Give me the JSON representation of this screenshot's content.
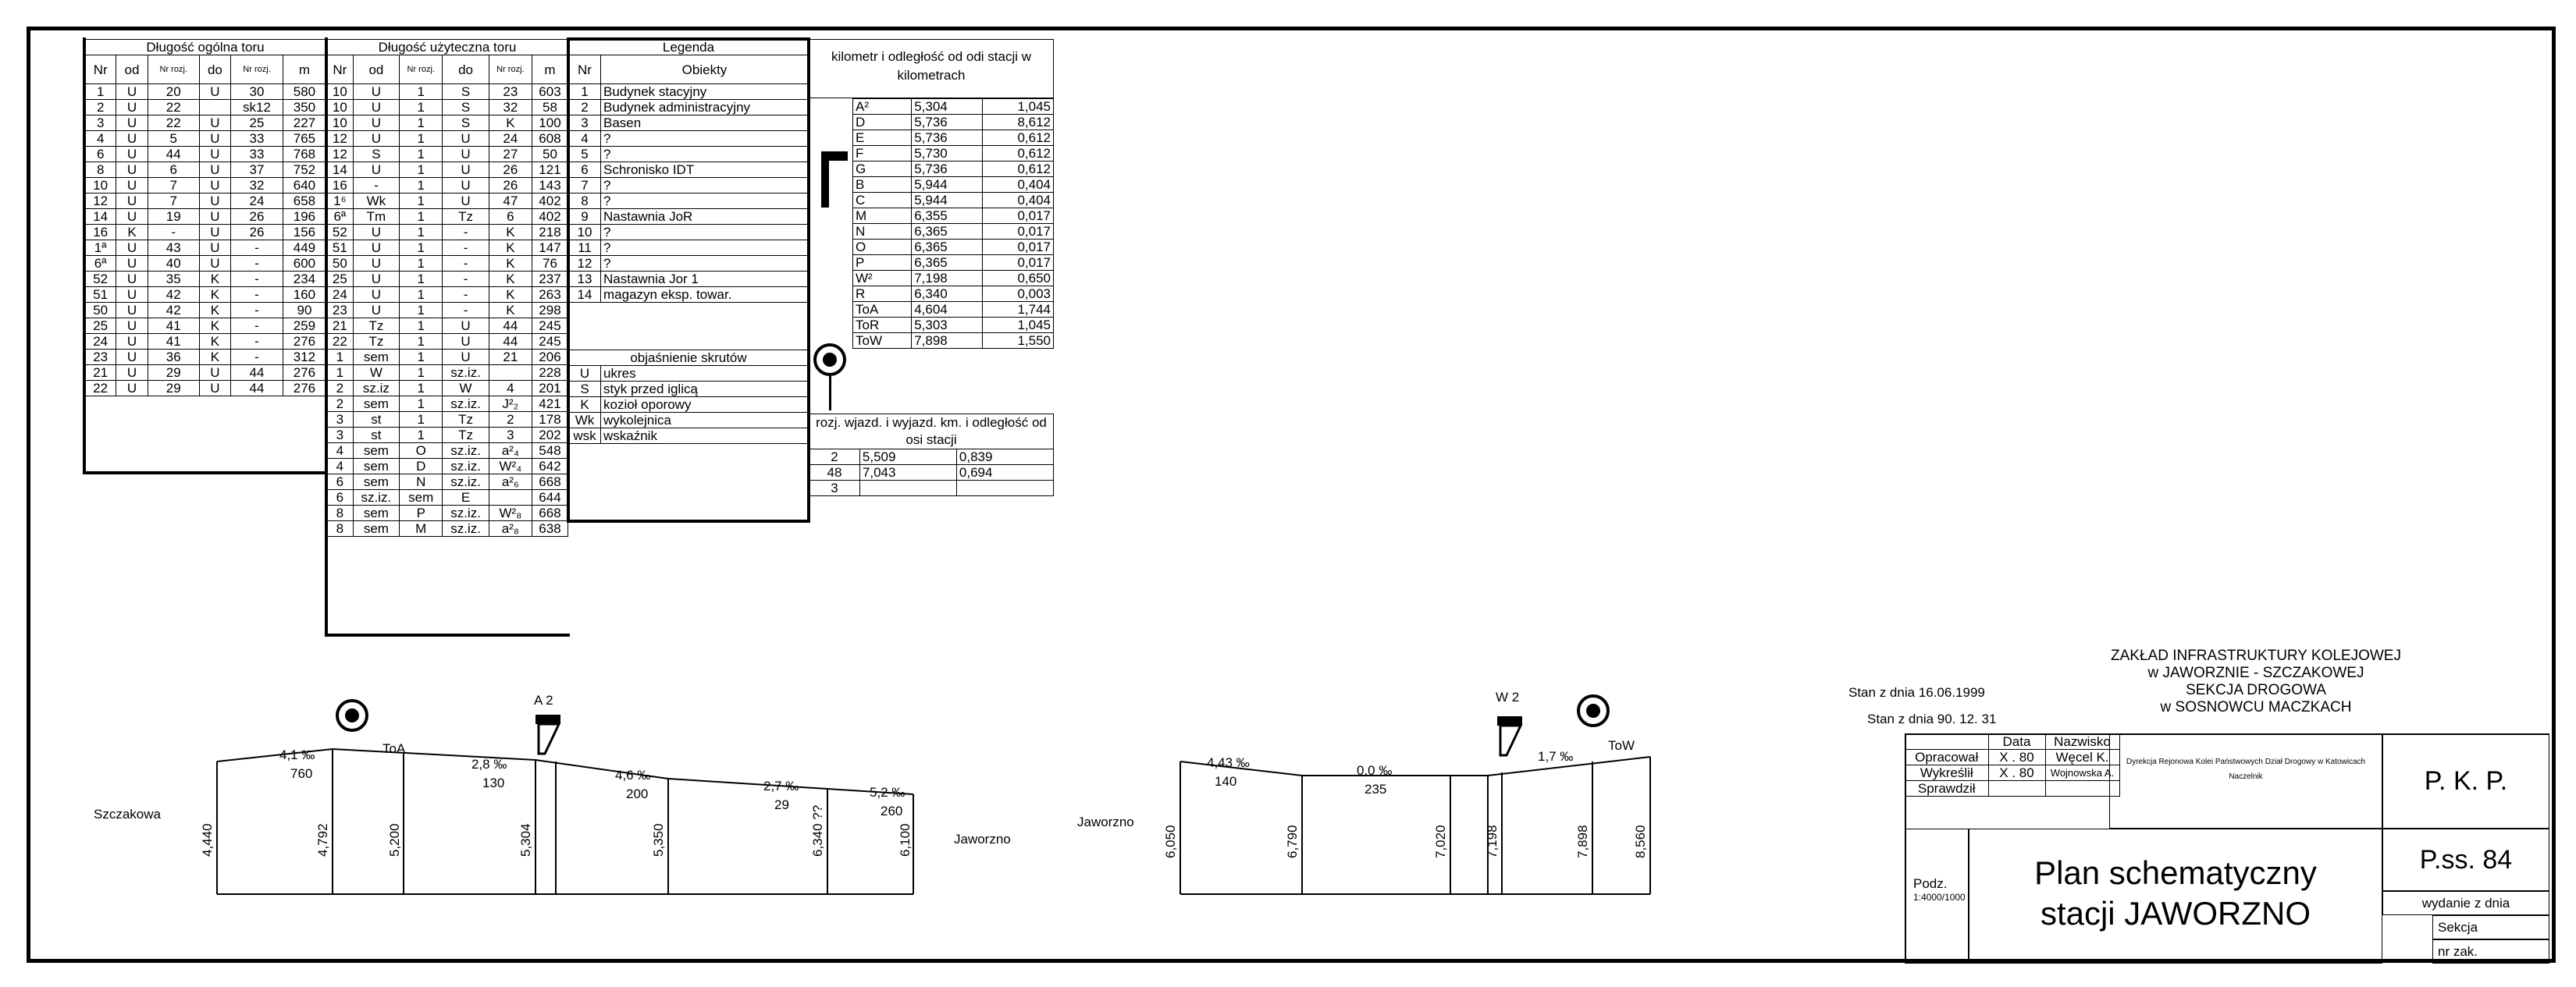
{
  "t1": {
    "title": "Długość ogólna toru",
    "cols": [
      "Nr",
      "od",
      "Nr rozj.",
      "do",
      "Nr rozj.",
      "m"
    ],
    "rows": [
      [
        "1",
        "U",
        "20",
        "U",
        "30",
        "580"
      ],
      [
        "2",
        "U",
        "22",
        "",
        "sk12",
        "350"
      ],
      [
        "3",
        "U",
        "22",
        "U",
        "25",
        "227"
      ],
      [
        "4",
        "U",
        "5",
        "U",
        "33",
        "765"
      ],
      [
        "6",
        "U",
        "44",
        "U",
        "33",
        "768"
      ],
      [
        "8",
        "U",
        "6",
        "U",
        "37",
        "752"
      ],
      [
        "10",
        "U",
        "7",
        "U",
        "32",
        "640"
      ],
      [
        "12",
        "U",
        "7",
        "U",
        "24",
        "658"
      ],
      [
        "14",
        "U",
        "19",
        "U",
        "26",
        "196"
      ],
      [
        "16",
        "K",
        "-",
        "U",
        "26",
        "156"
      ],
      [
        "1ª",
        "U",
        "43",
        "U",
        "-",
        "449"
      ],
      [
        "6ª",
        "U",
        "40",
        "U",
        "-",
        "600"
      ],
      [
        "52",
        "U",
        "35",
        "K",
        "-",
        "234"
      ],
      [
        "51",
        "U",
        "42",
        "K",
        "-",
        "160"
      ],
      [
        "50",
        "U",
        "42",
        "K",
        "-",
        "90"
      ],
      [
        "25",
        "U",
        "41",
        "K",
        "-",
        "259"
      ],
      [
        "24",
        "U",
        "41",
        "K",
        "-",
        "276"
      ],
      [
        "23",
        "U",
        "36",
        "K",
        "-",
        "312"
      ],
      [
        "21",
        "U",
        "29",
        "U",
        "44",
        "276"
      ],
      [
        "22",
        "U",
        "29",
        "U",
        "44",
        "276"
      ]
    ]
  },
  "t2": {
    "title": "Długość użyteczna toru",
    "cols": [
      "Nr",
      "od",
      "Nr rozj.",
      "do",
      "Nr rozj.",
      "m"
    ],
    "rows": [
      [
        "10",
        "U",
        "1",
        "S",
        "23",
        "603"
      ],
      [
        "10",
        "U",
        "1",
        "S",
        "32",
        "58"
      ],
      [
        "10",
        "U",
        "1",
        "S",
        "K",
        "100"
      ],
      [
        "12",
        "U",
        "1",
        "U",
        "24",
        "608"
      ],
      [
        "12",
        "S",
        "1",
        "U",
        "27",
        "50"
      ],
      [
        "14",
        "U",
        "1",
        "U",
        "26",
        "121"
      ],
      [
        "16",
        "-",
        "1",
        "U",
        "26",
        "143"
      ],
      [
        "1⁶",
        "Wk",
        "1",
        "U",
        "47",
        "402"
      ],
      [
        "6ª",
        "Tm",
        "1",
        "Tz",
        "6",
        "402"
      ],
      [
        "52",
        "U",
        "1",
        "-",
        "K",
        "218"
      ],
      [
        "51",
        "U",
        "1",
        "-",
        "K",
        "147"
      ],
      [
        "50",
        "U",
        "1",
        "-",
        "K",
        "76"
      ],
      [
        "25",
        "U",
        "1",
        "-",
        "K",
        "237"
      ],
      [
        "24",
        "U",
        "1",
        "-",
        "K",
        "263"
      ],
      [
        "23",
        "U",
        "1",
        "-",
        "K",
        "298"
      ],
      [
        "21",
        "Tz",
        "1",
        "U",
        "44",
        "245"
      ],
      [
        "22",
        "Tz",
        "1",
        "U",
        "44",
        "245"
      ],
      [
        "1",
        "sem",
        "1",
        "U",
        "21",
        "206"
      ],
      [
        "1",
        "W",
        "1",
        "sz.iz.",
        "",
        "228"
      ],
      [
        "2",
        "sz.iz",
        "1",
        "W",
        "4",
        "201"
      ],
      [
        "2",
        "sem",
        "1",
        "sz.iz.",
        "J²₂",
        "421"
      ],
      [
        "3",
        "st",
        "1",
        "Tz",
        "2",
        "178"
      ],
      [
        "3",
        "st",
        "1",
        "Tz",
        "3",
        "202"
      ],
      [
        "4",
        "sem",
        "O",
        "sz.iz.",
        "a²₄",
        "548"
      ],
      [
        "4",
        "sem",
        "D",
        "sz.iz.",
        "W²₄",
        "642"
      ],
      [
        "6",
        "sem",
        "N",
        "sz.iz.",
        "a²₆",
        "668"
      ],
      [
        "6",
        "sz.iz.",
        "sem",
        "E",
        "",
        "644"
      ],
      [
        "8",
        "sem",
        "P",
        "sz.iz.",
        "W²₈",
        "668"
      ],
      [
        "8",
        "sem",
        "M",
        "sz.iz.",
        "a²₈",
        "638"
      ]
    ]
  },
  "t3": {
    "title": "Legenda",
    "col_nr": "Nr",
    "col_obj": "Obiekty",
    "rows": [
      [
        "1",
        "Budynek stacyjny"
      ],
      [
        "2",
        "Budynek administracyjny"
      ],
      [
        "3",
        "Basen"
      ],
      [
        "4",
        "?"
      ],
      [
        "5",
        "?"
      ],
      [
        "6",
        "Schronisko IDT"
      ],
      [
        "7",
        "?"
      ],
      [
        "8",
        "?"
      ],
      [
        "9",
        "Nastawnia JoR"
      ],
      [
        "10",
        "?"
      ],
      [
        "11",
        "?"
      ],
      [
        "12",
        "?"
      ],
      [
        "13",
        "Nastawnia Jor 1"
      ],
      [
        "14",
        "magazyn eksp. towar."
      ]
    ],
    "abbr_title": "objaśnienie skrutów",
    "abbr": [
      [
        "U",
        "ukres"
      ],
      [
        "S",
        "styk przed iglicą"
      ],
      [
        "K",
        "kozioł oporowy"
      ],
      [
        "Wk",
        "wykolejnica"
      ],
      [
        "wsk",
        "wskaźnik"
      ]
    ]
  },
  "t4": {
    "title": "kilometr i odległość od odi stacji w kilometrach",
    "rows": [
      [
        "A²",
        "5,304",
        "1,045"
      ],
      [
        "D",
        "5,736",
        "8,612"
      ],
      [
        "E",
        "5,736",
        "0,612"
      ],
      [
        "F",
        "5,730",
        "0,612"
      ],
      [
        "G",
        "5,736",
        "0,612"
      ],
      [
        "B",
        "5,944",
        "0,404"
      ],
      [
        "C",
        "5,944",
        "0,404"
      ],
      [
        "M",
        "6,355",
        "0,017"
      ],
      [
        "N",
        "6,365",
        "0,017"
      ],
      [
        "O",
        "6,365",
        "0,017"
      ],
      [
        "P",
        "6,365",
        "0,017"
      ],
      [
        "W²",
        "7,198",
        "0,650"
      ],
      [
        "R",
        "6,340",
        "0,003"
      ],
      [
        "ToA",
        "4,604",
        "1,744"
      ],
      [
        "ToR",
        "5,303",
        "1,045"
      ],
      [
        "ToW",
        "7,898",
        "1,550"
      ]
    ],
    "sub_title": "rozj. wjazd. i wyjazd. km. i odległość od osi stacji",
    "sub_rows": [
      [
        "2",
        "5,509",
        "0,839"
      ],
      [
        "48",
        "7,043",
        "0,694"
      ],
      [
        "3",
        "",
        ""
      ]
    ]
  },
  "profile1": {
    "left": "Szczakowa",
    "right": "Jaworzno",
    "grades": [
      {
        "g": "4,1 ‰",
        "l": "760"
      },
      {
        "g": "2,8 ‰",
        "l": "130"
      },
      {
        "g": "4,6 ‰",
        "l": "200"
      },
      {
        "g": "2,7 ‰",
        "l": "29"
      },
      {
        "g": "5,2 ‰",
        "l": "260"
      }
    ],
    "kms": [
      "4,440",
      "4,792",
      "5,200",
      "5,304",
      "5,350",
      "6,340 ??",
      "6,100"
    ],
    "signal": "ToA",
    "sign": "A 2"
  },
  "profile2": {
    "left": "Jaworzno",
    "grades": [
      {
        "g": "4,43 ‰",
        "l": "140"
      },
      {
        "g": "0,0 ‰",
        "l": "235"
      },
      {
        "g": "1,7 ‰",
        "l": ""
      }
    ],
    "kms": [
      "6,050",
      "6,790",
      "7,020",
      "7,198",
      "7,898",
      "8,560"
    ],
    "signal": "ToW",
    "sign": "W 2"
  },
  "title_block": {
    "stan1": "Stan z dnia 16.06.1999",
    "stan2": "Stan z dnia 90. 12. 31",
    "org": [
      "ZAKŁAD INFRASTRUKTURY KOLEJOWEJ",
      "w JAWORZNIE - SZCZAKOWEJ",
      "SEKCJA DROGOWA",
      "w SOSNOWCU MACZKACH"
    ],
    "data_h": "Data",
    "naz_h": "Nazwisko",
    "rows": [
      [
        "Opracował",
        "X . 80",
        "Węcel K."
      ],
      [
        "Wykreślił",
        "X . 80",
        "Wojnowska A."
      ],
      [
        "Sprawdził",
        "",
        ""
      ]
    ],
    "dyr": "Dyrekcja Rejonowa Kolei Państwowych Dział Drogowy w Katowicach",
    "nacz": "Naczelnik",
    "code": "P. K. P.",
    "pss": "P.ss. 84",
    "podz": "Podz.",
    "scale": "1:4000/1000",
    "title1": "Plan schematyczny",
    "title2": "stacji JAWORZNO",
    "wyd": "wydanie z dnia",
    "sekcja": "Sekcja",
    "nrzak": "nr zak."
  }
}
